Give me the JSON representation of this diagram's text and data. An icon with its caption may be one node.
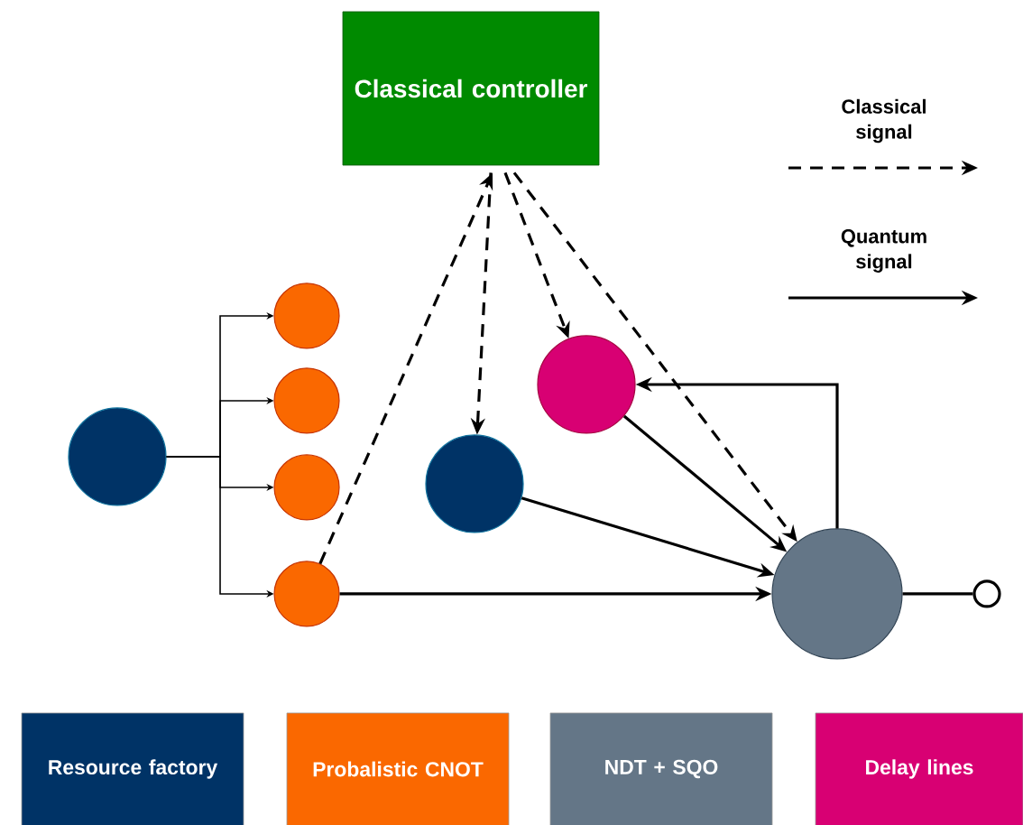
{
  "diagram": {
    "nodes": [
      {
        "text": [
          "Classical controller"
        ]
      },
      {
        "text": [],
        "shape": "circle"
      },
      {
        "text": [],
        "shape": "circle"
      },
      {
        "text": [],
        "shape": "circle"
      },
      {
        "text": [],
        "shape": "circle"
      },
      {
        "text": [],
        "shape": "circle"
      },
      {
        "text": [],
        "shape": "circle"
      },
      {
        "text": [],
        "shape": "circle"
      },
      {
        "text": [],
        "shape": "circle"
      },
      {
        "text": [],
        "shape": "circle"
      }
    ],
    "edges": [
      {
        "from": 1,
        "to": 2,
        "arrow": "to"
      },
      {
        "from": 1,
        "to": 3,
        "arrow": "to"
      },
      {
        "from": 1,
        "to": 4,
        "arrow": "to"
      },
      {
        "from": 1,
        "to": 5,
        "arrow": "to"
      },
      {
        "from": 5,
        "to": 0,
        "arrow": "to",
        "style": "dashed"
      },
      {
        "from": 0,
        "to": 6,
        "arrow": "to",
        "style": "dashed"
      },
      {
        "from": 0,
        "to": 7,
        "arrow": "to",
        "style": "dashed"
      },
      {
        "from": 0,
        "to": 8,
        "arrow": "to",
        "style": "dashed"
      },
      {
        "from": 5,
        "to": 8,
        "arrow": "to"
      },
      {
        "from": 6,
        "to": 8,
        "arrow": "to"
      },
      {
        "from": 7,
        "to": 8,
        "arrow": "to"
      },
      {
        "from": 8,
        "to": 7,
        "arrow": "to"
      },
      {
        "from": 8,
        "to": 9,
        "arrow": "none"
      }
    ],
    "legend": [
      {
        "text": "Classical signal"
      },
      {
        "text": "Quantum signal"
      },
      {
        "text": "Resource factory",
        "color": "#003366"
      },
      {
        "text": "Probalistic CNOT",
        "color": "#fa6800"
      },
      {
        "text": "NDT + SQO",
        "color": "#647687"
      },
      {
        "text": "Delay lines",
        "color": "#d80073"
      }
    ]
  }
}
